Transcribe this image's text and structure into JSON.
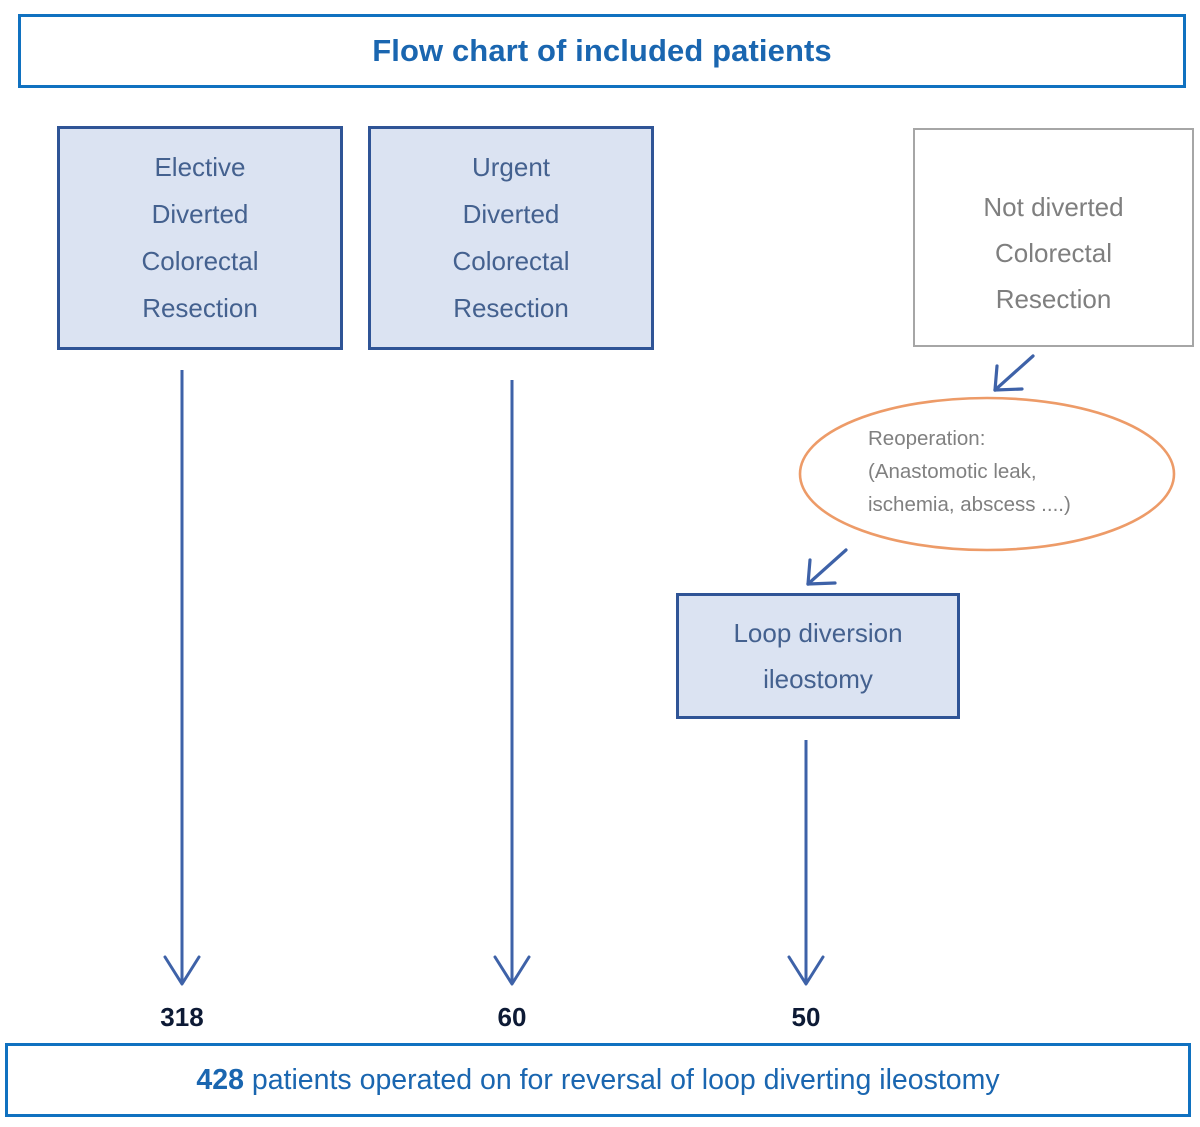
{
  "title": {
    "text": "Flow chart of included patients"
  },
  "nodes": {
    "elective": {
      "name": "Elective Diverted Colorectal Resection",
      "lines": [
        "Elective",
        "Diverted",
        "Colorectal",
        "Resection"
      ]
    },
    "urgent": {
      "name": "Urgent Diverted Colorectal Resection",
      "lines": [
        "Urgent",
        "Diverted",
        "Colorectal",
        "Resection"
      ]
    },
    "not_diverted": {
      "name": "Not diverted Colorectal Resection",
      "lines": [
        "Not diverted",
        "Colorectal",
        "Resection"
      ]
    },
    "reoperation": {
      "name": "Reoperation",
      "lines": [
        "Reoperation:",
        "(Anastomotic leak,",
        "ischemia, abscess ....)"
      ]
    },
    "loop_diversion": {
      "name": "Loop diversion ileostomy",
      "lines": [
        "Loop diversion",
        "ileostomy"
      ]
    }
  },
  "counts": {
    "elective": "318",
    "urgent": "60",
    "loop_diversion": "50"
  },
  "footer": {
    "total": "428",
    "text": " patients operated on for reversal of loop diverting ileostomy"
  },
  "colors": {
    "title_blue": "#1071c0",
    "title_text_blue": "#1a66b0",
    "box_fill": "#dbe3f2",
    "box_border": "#2f5496",
    "box_text": "#44618f",
    "gray_border": "#a6a6a6",
    "gray_text": "#7f7f7f",
    "ellipse_border": "#ed9b68",
    "arrow_blue": "#3e62a8",
    "count_text": "#0d1a35"
  },
  "chart_data": {
    "type": "diagram",
    "title": "Flow chart of included patients",
    "nodes": [
      {
        "id": "elective",
        "label": "Elective Diverted Colorectal Resection",
        "shape": "rect",
        "fill": "#dbe3f2"
      },
      {
        "id": "urgent",
        "label": "Urgent Diverted Colorectal Resection",
        "shape": "rect",
        "fill": "#dbe3f2"
      },
      {
        "id": "not_diverted",
        "label": "Not diverted Colorectal Resection",
        "shape": "rect",
        "fill": "#ffffff"
      },
      {
        "id": "reoperation",
        "label": "Reoperation: (Anastomotic leak, ischemia, abscess ....)",
        "shape": "ellipse",
        "fill": "#ffffff"
      },
      {
        "id": "loop_diversion",
        "label": "Loop diversion ileostomy",
        "shape": "rect",
        "fill": "#dbe3f2"
      },
      {
        "id": "total",
        "label": "428 patients operated on for reversal of loop diverting ileostomy",
        "shape": "rect",
        "fill": "#ffffff"
      }
    ],
    "edges": [
      {
        "from": "elective",
        "to": "total",
        "label": "318"
      },
      {
        "from": "urgent",
        "to": "total",
        "label": "60"
      },
      {
        "from": "not_diverted",
        "to": "reoperation",
        "label": ""
      },
      {
        "from": "reoperation",
        "to": "loop_diversion",
        "label": ""
      },
      {
        "from": "loop_diversion",
        "to": "total",
        "label": "50"
      }
    ],
    "values": [
      318,
      60,
      50
    ],
    "categories": [
      "Elective Diverted Colorectal Resection",
      "Urgent Diverted Colorectal Resection",
      "Loop diversion ileostomy"
    ],
    "total": 428
  }
}
